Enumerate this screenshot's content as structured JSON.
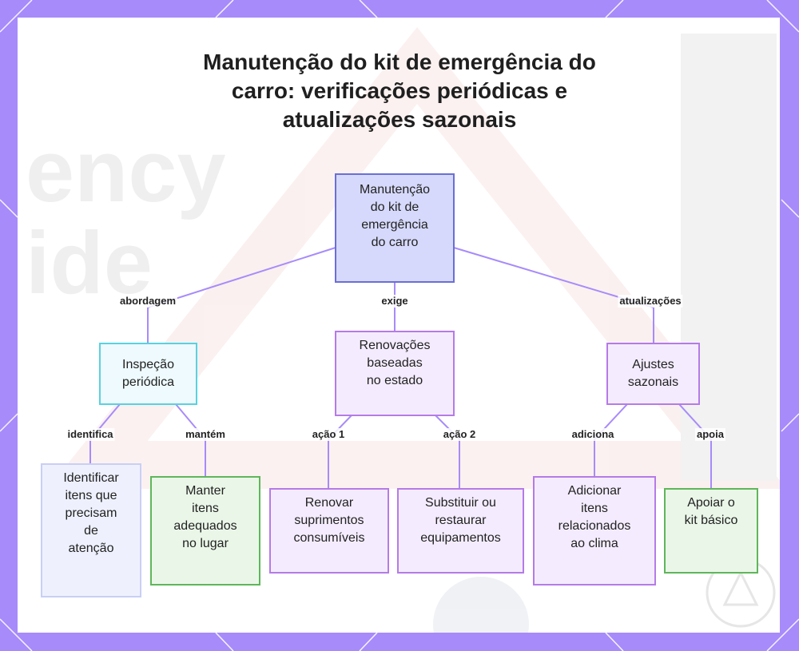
{
  "title_lines": [
    "Manutenção do kit de emergência do",
    "carro: verificações periódicas e",
    "atualizações sazonais"
  ],
  "colors": {
    "frame": "#a78bfa",
    "edge": "#a78bfa",
    "root_fill": "#d6d9fb",
    "root_border": "#6a6fd4",
    "cyan_border": "#58d2e0",
    "purple_border": "#b57be6",
    "green_border": "#5fb65a"
  },
  "nodes": {
    "root": [
      "Manutenção",
      "do kit de",
      "emergência",
      "do carro"
    ],
    "inspecao": [
      "Inspeção",
      "periódica"
    ],
    "renovacoes": [
      "Renovações",
      "baseadas",
      "no estado"
    ],
    "ajustes": [
      "Ajustes",
      "sazonais"
    ],
    "identificar": [
      "Identificar",
      "itens que",
      "precisam",
      "de",
      "atenção"
    ],
    "manter": [
      "Manter",
      "itens",
      "adequados",
      "no lugar"
    ],
    "renovar": [
      "Renovar",
      "suprimentos",
      "consumíveis"
    ],
    "substituir": [
      "Substituir ou",
      "restaurar",
      "equipamentos"
    ],
    "adicionar": [
      "Adicionar",
      "itens",
      "relacionados",
      "ao clima"
    ],
    "apoiar": [
      "Apoiar o",
      "kit básico"
    ]
  },
  "edge_labels": {
    "abordagem": "abordagem",
    "exige": "exige",
    "atualizacoes": "atualizações",
    "identifica": "identifica",
    "mantem": "mantém",
    "acao1": "ação 1",
    "acao2": "ação 2",
    "adiciona": "adiciona",
    "apoia": "apoia"
  }
}
